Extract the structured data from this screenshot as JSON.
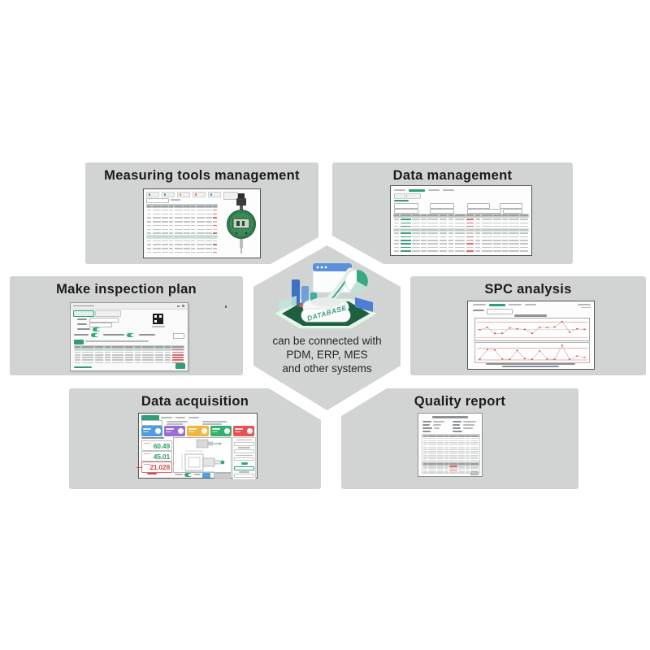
{
  "panels": {
    "measuring": {
      "title": "Measuring tools management"
    },
    "data_management": {
      "title": "Data management"
    },
    "inspection_plan": {
      "title": "Make inspection plan"
    },
    "spc": {
      "title": "SPC analysis"
    },
    "acquisition": {
      "title": "Data acquisition"
    },
    "quality": {
      "title": "Quality report"
    }
  },
  "center": {
    "line1": "can be connected with",
    "line2": "PDM, ERP, MES",
    "line3": "and other systems",
    "platform_label": "DATABASE"
  },
  "acquisition_screen": {
    "reading_1": "60.49",
    "reading_2": "45.01",
    "reading_3": "21.028"
  },
  "colors": {
    "panel_gray": "#d2d3d3",
    "accent_green": "#2f9e78",
    "platform_dark_green": "#1d5f41",
    "platform_light_green": "#cfe3d3",
    "alert_red": "#d84848",
    "reading_green": "#2f9e68",
    "card_blue": "#4e9ce2",
    "card_purple": "#9a6fd2",
    "card_yellow": "#f2b63c",
    "card_green": "#35b06d",
    "card_red": "#e85252",
    "indicator_body_green": "#2e7d50",
    "spc_marker_red": "#c84848"
  },
  "spc_chart": {
    "type": "line",
    "top_series": [
      0.5,
      0.63,
      0.3,
      0.3,
      0.6,
      0.55,
      0.52,
      0.3,
      0.63,
      0.63,
      0.65,
      0.95,
      0.37,
      0.55,
      0.52
    ],
    "bottom_series": [
      0.12,
      0.7,
      0.68,
      0.12,
      0.1,
      0.65,
      0.14,
      0.1,
      0.62,
      0.12,
      0.1,
      0.97,
      0.1,
      0.3,
      0.22
    ]
  }
}
